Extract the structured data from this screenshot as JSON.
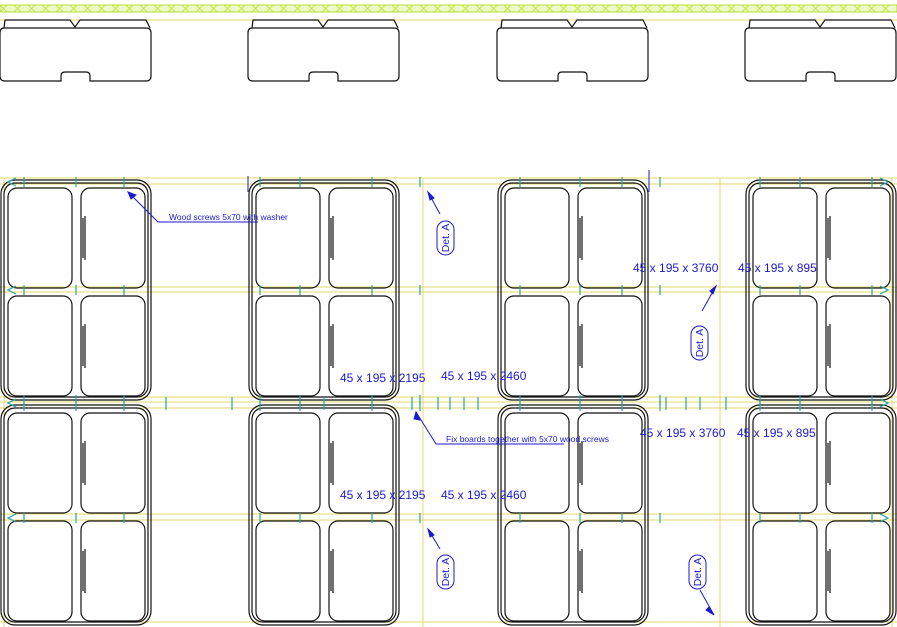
{
  "colors": {
    "outline": "#111111",
    "frame": "#e3d76a",
    "hatch": "#b8e02e",
    "marker": "#2aa3a3",
    "annotation": "#1a1ad0"
  },
  "notes": {
    "wood_screws": "Wood screws 5x70 with washer",
    "fix_boards": "Fix boards together with 5x70 wood screws"
  },
  "dimensions": {
    "d_3760_a": "45 x 195 x 3760",
    "d_895_a": "45 x 195 x 895",
    "d_2195_a": "45 x 195 x 2195",
    "d_2460_a": "45 x 195 x 2460",
    "d_3760_b": "45 x 195 x 3760",
    "d_895_b": "45 x 195 x 895",
    "d_2195_b": "45 x 195 x 2195",
    "d_2460_b": "45 x 195 x 2460"
  },
  "detail_tags": {
    "det1": "Det. A",
    "det2": "Det. A",
    "det3": "Det. A",
    "det4": "Det. A"
  }
}
